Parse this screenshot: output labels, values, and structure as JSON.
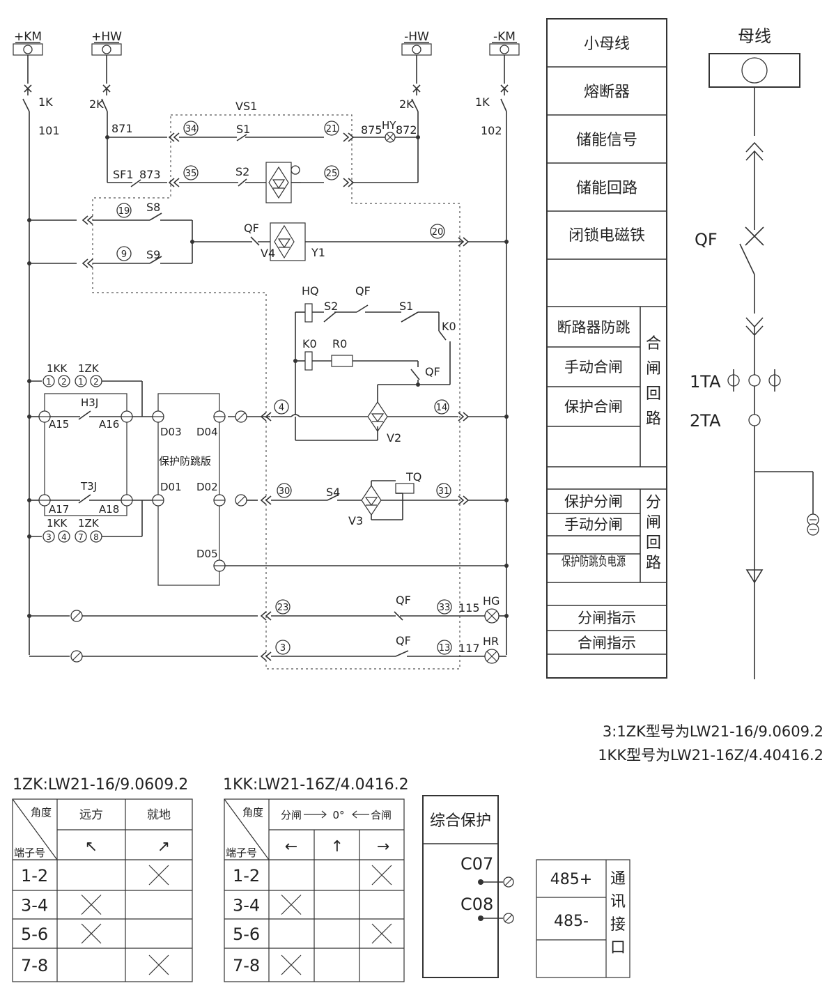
{
  "supply_terminals": {
    "pkm": "+KM",
    "phw": "+HW",
    "nhw": "-HW",
    "nkm": "-KM"
  },
  "switch_labels": {
    "k1_left": "1K",
    "k2_left": "2K",
    "k2_right": "2K",
    "k1_right": "1K"
  },
  "wire_numbers": {
    "w101": "101",
    "w102": "102",
    "w871": "871",
    "w873": "873",
    "w875": "875",
    "w872": "872",
    "w115": "115",
    "w117": "117"
  },
  "vs1_label": "VS1",
  "components": {
    "s1": "S1",
    "s2": "S2",
    "hy": "HY",
    "sf1": "SF1",
    "s8": "S8",
    "s9": "S9",
    "qf_lock": "QF",
    "v4": "V4",
    "y1": "Y1",
    "hq": "HQ",
    "hq_s2": "S2",
    "qf_close": "QF",
    "s1_close": "S1",
    "k0_contact": "K0",
    "k0_coil": "K0",
    "r0": "R0",
    "qf_k0": "QF",
    "v2": "V2",
    "h3j": "H3J",
    "t3j": "T3J",
    "s4": "S4",
    "tq": "TQ",
    "v3": "V3",
    "qf_open_ind": "QF",
    "qf_close_ind": "QF",
    "hg": "HG",
    "hr": "HR"
  },
  "circle_numbers": {
    "n34": "34",
    "n21": "21",
    "n35": "35",
    "n25": "25",
    "n19": "19",
    "n9": "9",
    "n20": "20",
    "n4": "4",
    "n14": "14",
    "n30": "30",
    "n31": "31",
    "n23": "23",
    "n33": "33",
    "n3": "3",
    "n13": "13"
  },
  "switch_contacts": {
    "kk_top": "1KK",
    "zk_top": "1ZK",
    "top_pins": [
      "1",
      "2",
      "1",
      "2"
    ],
    "kk_bottom": "1KK",
    "zk_bottom": "1ZK",
    "bottom_pins": [
      "3",
      "4",
      "7",
      "8"
    ]
  },
  "relay_terminals": {
    "a15": "A15",
    "a16": "A16",
    "a17": "A17",
    "a18": "A18"
  },
  "anti_pump_board": {
    "title": "保护防跳版",
    "d03": "D03",
    "d04": "D04",
    "d01": "D01",
    "d02": "D02",
    "d05": "D05"
  },
  "function_table": {
    "rows": [
      "小母线",
      "熔断器",
      "储能信号",
      "储能回路",
      "闭锁电磁铁"
    ],
    "close_group": {
      "items": [
        "断路器防跳",
        "手动合闸",
        "保护合闸"
      ],
      "label": "合闸回路"
    },
    "open_group": {
      "items": [
        "保护分闸",
        "手动分闸",
        "保护防跳负电源"
      ],
      "label": "分闸回路"
    },
    "indicators": [
      "分闸指示",
      "合闸指示"
    ]
  },
  "single_line": {
    "busbar": "母线",
    "qf": "QF",
    "ta1": "1TA",
    "ta2": "2TA"
  },
  "notes": [
    "3:1ZK型号为LW21-16/9.0609.2",
    "1KK型号为LW21-16Z/4.40416.2"
  ],
  "zk_table": {
    "title": "1ZK:LW21-16/9.0609.2",
    "corner_top": "角度",
    "corner_bottom": "端子号",
    "columns": [
      "远方",
      "就地"
    ],
    "arrows": [
      "↖",
      "↗"
    ],
    "rows": [
      {
        "term": "1-2",
        "marks": [
          false,
          true
        ]
      },
      {
        "term": "3-4",
        "marks": [
          true,
          false
        ]
      },
      {
        "term": "5-6",
        "marks": [
          true,
          false
        ]
      },
      {
        "term": "7-8",
        "marks": [
          false,
          true
        ]
      }
    ]
  },
  "kk_table": {
    "title": "1KK:LW21-16Z/4.0416.2",
    "corner_top": "角度",
    "corner_bottom": "端子号",
    "columns": [
      "分闸",
      "0°",
      "合闸"
    ],
    "arrows": [
      "←",
      "↑",
      "→"
    ],
    "rows": [
      {
        "term": "1-2",
        "marks": [
          false,
          false,
          true
        ]
      },
      {
        "term": "3-4",
        "marks": [
          true,
          false,
          false
        ]
      },
      {
        "term": "5-6",
        "marks": [
          false,
          false,
          true
        ]
      },
      {
        "term": "7-8",
        "marks": [
          true,
          false,
          false
        ]
      }
    ]
  },
  "protection_box": {
    "title": "综合保护",
    "c07": "C07",
    "c08": "C08"
  },
  "comm_box": {
    "rows": [
      "485+",
      "485-",
      ""
    ],
    "side_label": "通讯接口"
  }
}
